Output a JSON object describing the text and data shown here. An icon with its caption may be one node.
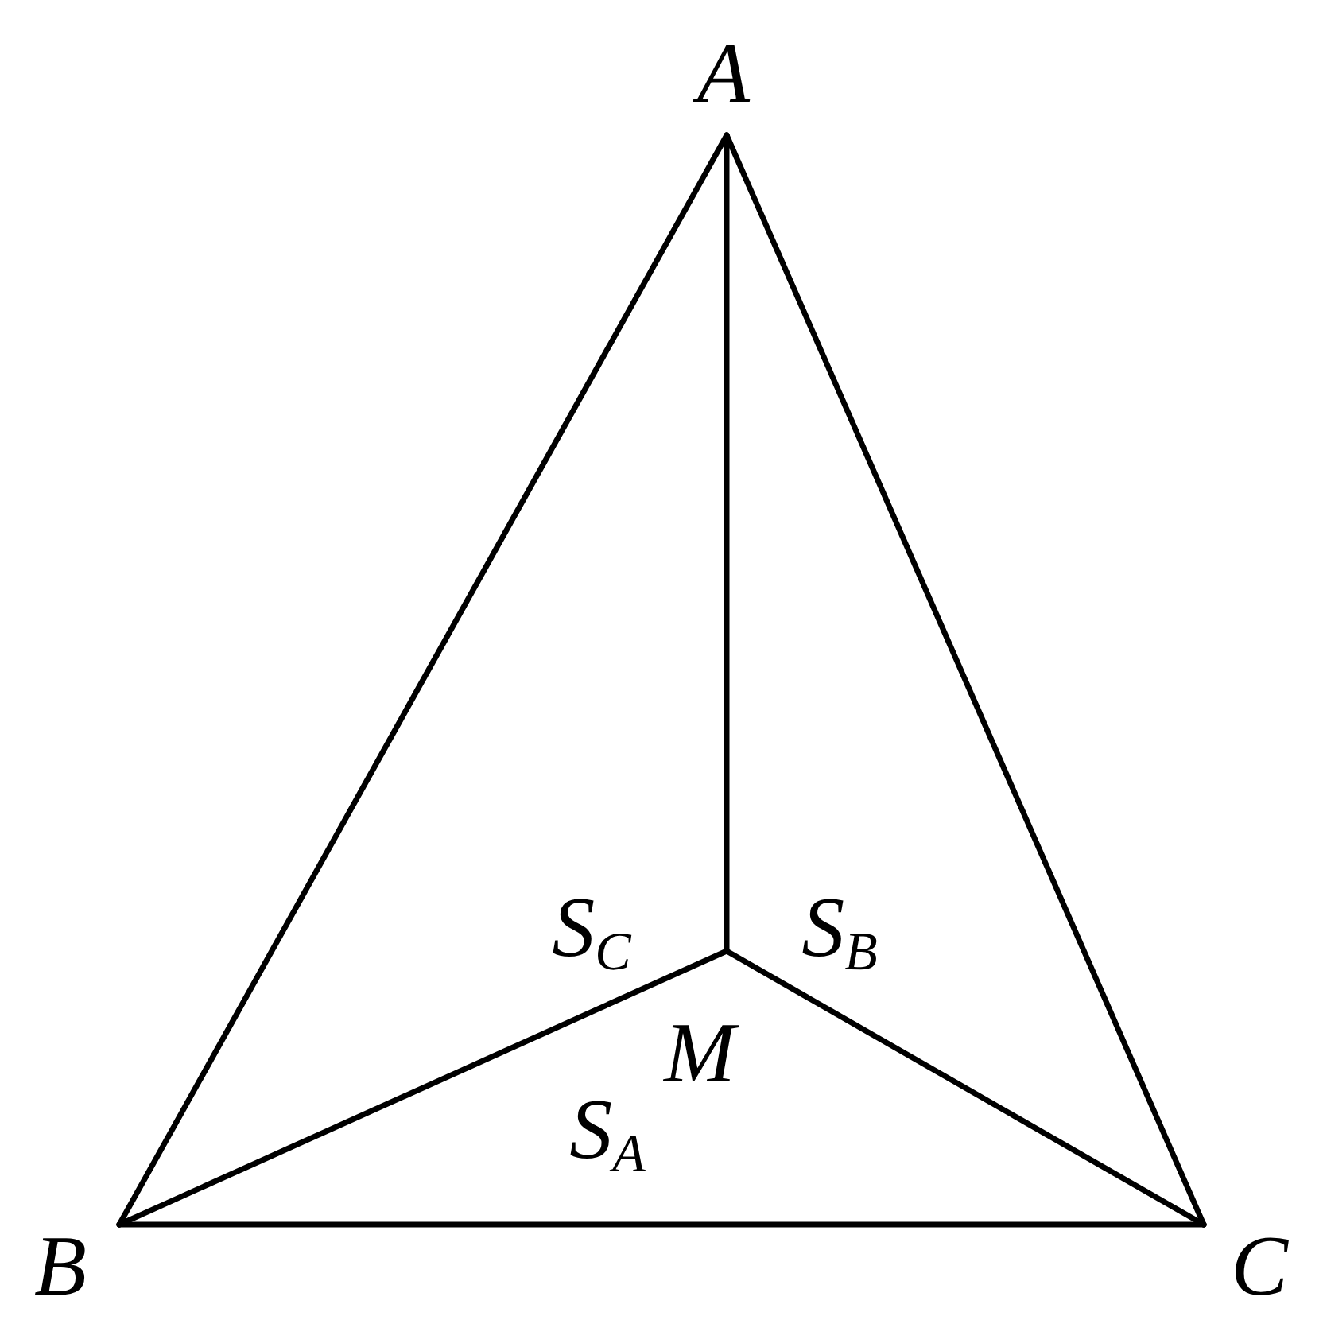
{
  "diagram": {
    "nodes": [
      {
        "text": [
          "A"
        ]
      },
      {
        "text": [
          "B"
        ]
      },
      {
        "text": [
          "C"
        ]
      },
      {
        "text": [
          "M"
        ]
      }
    ],
    "edges": [
      {
        "from": 0,
        "to": 1,
        "arrow": "none"
      },
      {
        "from": 0,
        "to": 2,
        "arrow": "none"
      },
      {
        "from": 1,
        "to": 2,
        "arrow": "none"
      },
      {
        "from": 3,
        "to": 0,
        "arrow": "none"
      },
      {
        "from": 3,
        "to": 1,
        "arrow": "none"
      },
      {
        "from": 3,
        "to": 2,
        "arrow": "none"
      }
    ],
    "labels": [
      "S$_{C}$",
      "S$_{B}$",
      "S$_{A}$"
    ]
  }
}
